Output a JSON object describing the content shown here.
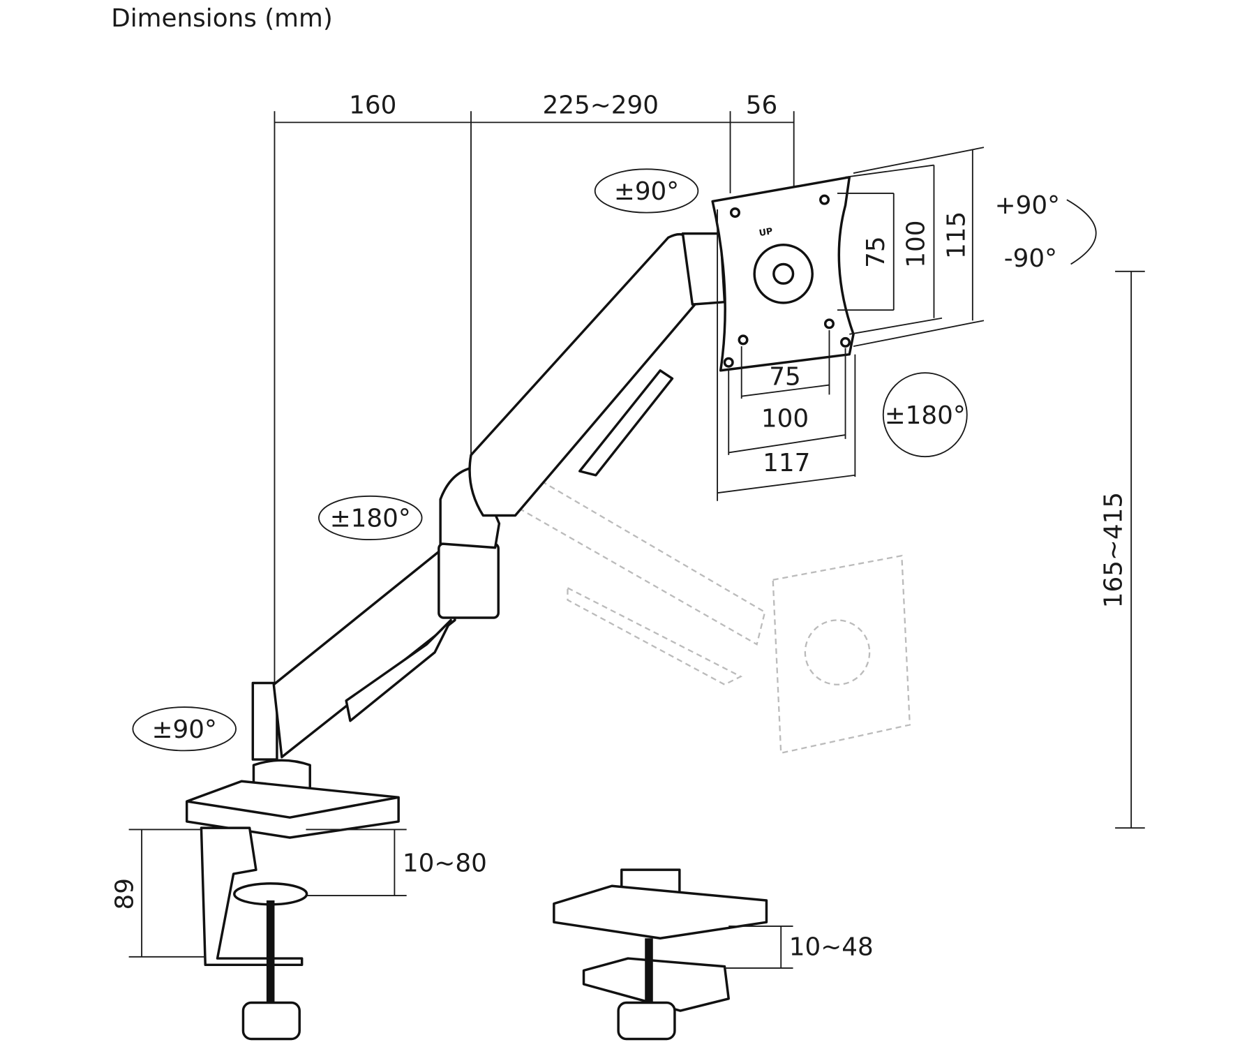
{
  "title": "Dimensions (mm)",
  "dimensions": {
    "arm_base_offset": "160",
    "arm_reach": "225~290",
    "head_depth": "56",
    "vesa_v_75": "75",
    "vesa_v_100": "100",
    "vesa_v_115": "115",
    "vesa_h_75": "75",
    "vesa_h_100": "100",
    "vesa_h_117": "117",
    "height_range": "165~415",
    "clamp_height": "89",
    "clamp_range": "10~80",
    "grommet_range": "10~48"
  },
  "rotations": {
    "head_swivel": "±90°",
    "tilt_up": "+90°",
    "tilt_down": "-90°",
    "rotation": "±180°",
    "elbow_swivel": "±180°",
    "base_swivel": "±90°"
  },
  "plate_label": "UP"
}
